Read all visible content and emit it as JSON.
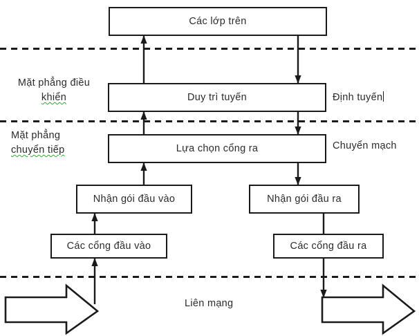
{
  "diagram": {
    "title": "Vietnamese router architecture block diagram",
    "background_color": "#ffffff",
    "line_color": "#1a1a1a",
    "text_color": "#2b2b2b",
    "spellcheck_underline_color": "#35a835",
    "boxes": [
      {
        "id": "upper-layers",
        "label": "Các lớp trên"
      },
      {
        "id": "route-maintain",
        "label": "Duy trì tuyến"
      },
      {
        "id": "output-select",
        "label": "Lựa chọn cổng ra"
      },
      {
        "id": "recv-in-packet",
        "label": "Nhận gói đầu vào"
      },
      {
        "id": "recv-out-packet",
        "label": "Nhận gói đầu ra"
      },
      {
        "id": "input-ports",
        "label": "Các cổng đầu vào"
      },
      {
        "id": "output-ports",
        "label": "Các cổng đầu ra"
      }
    ],
    "left_labels": [
      {
        "id": "control-plane",
        "line1": "Mặt phẳng  điều",
        "line2": "khiển"
      },
      {
        "id": "forwarding-plane",
        "line1": "Mặt phẳng",
        "line2": "chuyển tiếp"
      }
    ],
    "right_labels": [
      {
        "id": "routing",
        "label": "Định tuyến"
      },
      {
        "id": "switching",
        "label": "Chuyển mạch"
      }
    ],
    "bottom_label": {
      "id": "internetwork",
      "label": "Liên mạng"
    },
    "separator_count": 3,
    "flow_arrows": [
      {
        "id": "inbound-traffic-arrow",
        "direction": "right"
      },
      {
        "id": "outbound-traffic-arrow",
        "direction": "right"
      }
    ]
  }
}
